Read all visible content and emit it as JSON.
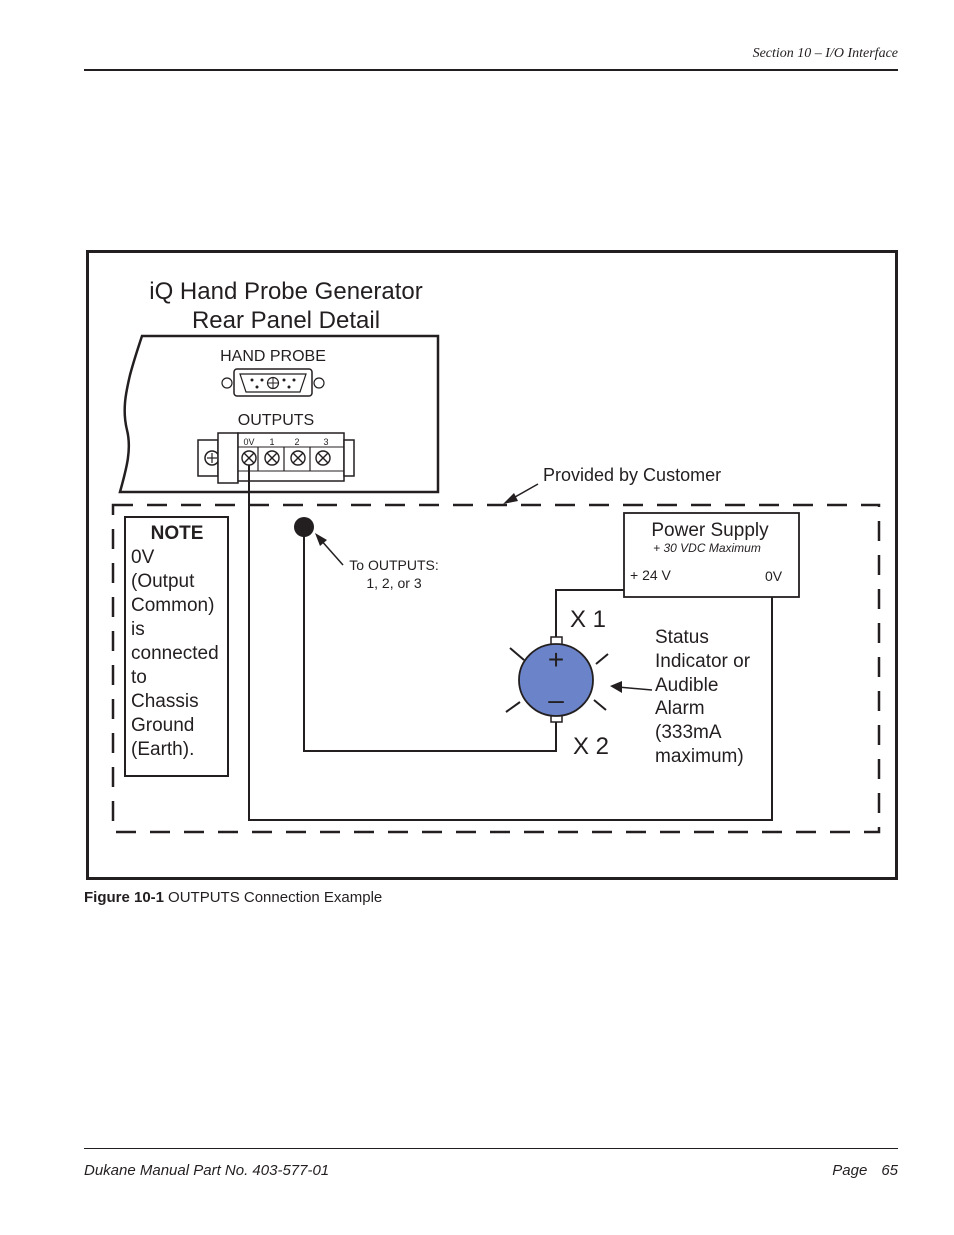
{
  "header": {
    "section": "Section 10 –  I/O Interface"
  },
  "figure": {
    "title_line1": "iQ Hand Probe Generator",
    "title_line2": "Rear Panel Detail",
    "hand_probe_label": "HAND PROBE",
    "outputs_label": "OUTPUTS",
    "terminal_labels": [
      "0V",
      "1",
      "2",
      "3"
    ],
    "provided_by": "Provided by Customer",
    "note": {
      "heading": "NOTE",
      "lines": [
        "0V",
        "(Output",
        "Common)",
        "is",
        "connected",
        "to",
        "Chassis",
        "Ground",
        "(Earth)."
      ]
    },
    "to_outputs_line1": "To OUTPUTS:",
    "to_outputs_line2": "1, 2, or 3",
    "power_supply": {
      "title": "Power Supply",
      "subtitle": "+ 30 VDC Maximum",
      "plus_label": "+ 24 V",
      "zero_label": "0V"
    },
    "x1_label": "X 1",
    "x2_label": "X 2",
    "plus_sign": "+",
    "minus_sign": "–",
    "indicator_lines": [
      "Status",
      "Indicator or",
      "Audible",
      "Alarm",
      "(333mA",
      "maximum)"
    ],
    "colors": {
      "indicator_fill": "#6b84c9"
    }
  },
  "caption": {
    "label": "Figure 10-1",
    "text": "OUTPUTS Connection Example"
  },
  "footer": {
    "left": "Dukane Manual Part No. 403-577-01",
    "page_label": "Page",
    "page_number": "65"
  }
}
